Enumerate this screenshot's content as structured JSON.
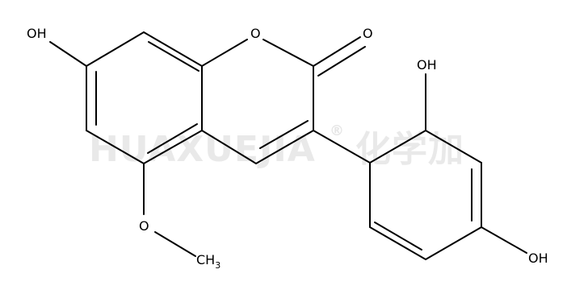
{
  "watermark": {
    "brand": "HUAXUEJIA",
    "registered": "®",
    "cn": "化学加"
  },
  "atoms": {
    "oh_top_left": "OH",
    "o_ring": "O",
    "o_carbonyl": "O",
    "oh_2prime": "OH",
    "o_methoxy": "O",
    "ch3_c": "CH",
    "ch3_sub": "3",
    "oh_4prime": "OH"
  }
}
